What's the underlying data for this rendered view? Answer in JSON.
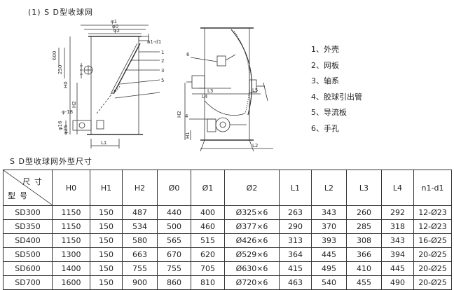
{
  "heading": "(1) S D型收球网",
  "drawing": {
    "dims": {
      "phi1": "φ1",
      "phi0": "φ0",
      "phi2": "φ2",
      "n1d1": "n1-d1",
      "h600": "600",
      "h250": "250",
      "h0": "H0",
      "h2": "H2",
      "h1": "H1",
      "l1": "L1",
      "l2": "L2",
      "l3": "L3",
      "l4": "L4",
      "l5": "L5",
      "phi18": "φ-18",
      "phi16": "φ16",
      "phi25": "φ25",
      "c1": "1",
      "c2": "2",
      "c3": "3",
      "c4": "4",
      "c5": "5",
      "c6": "6"
    }
  },
  "legend": [
    "1、外壳",
    "2、网板",
    "3、轴系",
    "4、胶球引出管",
    "5、导流板",
    "6、手孔"
  ],
  "table_caption": "S D型收球网外型尺寸",
  "table": {
    "corner_top": "尺寸",
    "corner_bottom": "型号",
    "columns": [
      "H0",
      "H1",
      "H2",
      "Ø0",
      "Ø1",
      "Ø2",
      "L1",
      "L2",
      "L3",
      "L4",
      "n1-d1"
    ],
    "rows": [
      [
        "SD300",
        "1150",
        "150",
        "487",
        "440",
        "400",
        "Ø325×6",
        "263",
        "343",
        "260",
        "292",
        "12-Ø23"
      ],
      [
        "SD350",
        "1150",
        "150",
        "534",
        "500",
        "460",
        "Ø377×6",
        "290",
        "370",
        "285",
        "318",
        "12-Ø23"
      ],
      [
        "SD400",
        "1150",
        "150",
        "580",
        "565",
        "515",
        "Ø426×6",
        "313",
        "393",
        "308",
        "343",
        "16-Ø25"
      ],
      [
        "SD500",
        "1300",
        "150",
        "663",
        "670",
        "620",
        "Ø529×6",
        "364",
        "445",
        "366",
        "394",
        "20-Ø25"
      ],
      [
        "SD600",
        "1400",
        "150",
        "755",
        "755",
        "705",
        "Ø630×6",
        "415",
        "495",
        "410",
        "445",
        "20-Ø25"
      ],
      [
        "SD700",
        "1600",
        "150",
        "900",
        "860",
        "810",
        "Ø720×6",
        "463",
        "540",
        "455",
        "490",
        "20-Ø25"
      ]
    ]
  }
}
